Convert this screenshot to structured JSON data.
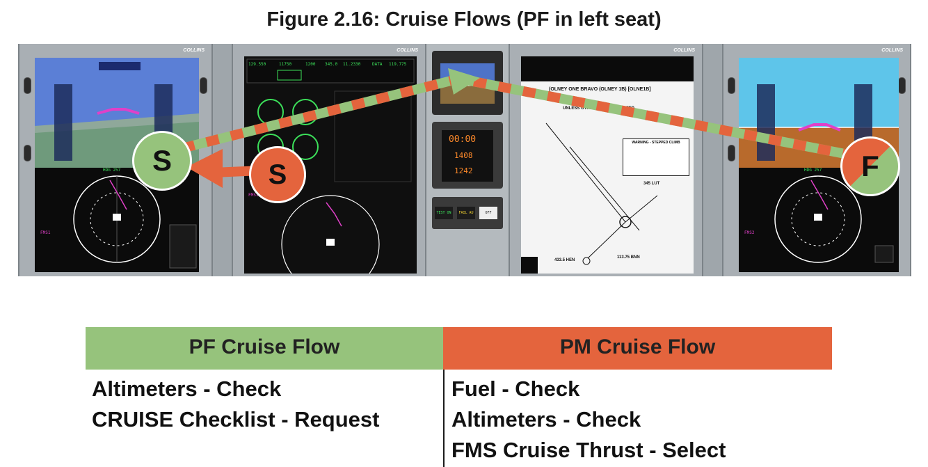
{
  "figure": {
    "title": "Figure 2.16: Cruise Flows (PF in left seat)"
  },
  "panel": {
    "brand": "COLLINS",
    "pfd_left": {
      "readouts": [
        "HDG 257"
      ],
      "fms": "FMS1"
    },
    "mfd_left": {
      "radios": [
        "129.550",
        "11750",
        "1200",
        "345.0",
        "11.2330",
        "DATA",
        "119.775"
      ],
      "label": "FMS1"
    },
    "gcp": {
      "buttons": [
        "TEST ON",
        "FAIL AU",
        "OFF"
      ],
      "clock": [
        "00:00",
        "1408",
        "1242"
      ]
    },
    "chart": {
      "heading": "(OLNEY ONE BRAVO (OLNEY 1B) [OLNE1B]",
      "subheading": "UNLESS OTHERWISE AUTHORIZED",
      "warning": "WARNING - STEPPED CLIMB",
      "fixes": [
        "345 LUT",
        "433.5 HEN",
        "113.75 BNN"
      ]
    },
    "pfd_right": {
      "readouts": [
        "HDG 257"
      ],
      "fms": "FMS2"
    }
  },
  "flows": {
    "pf_start": {
      "letter": "S",
      "color": "#96c37c"
    },
    "pm_start": {
      "letter": "S",
      "color": "#e4643d"
    },
    "finish": {
      "letter": "F",
      "colors": [
        "#96c37c",
        "#e4643d"
      ]
    }
  },
  "table": {
    "pf": {
      "header": "PF Cruise Flow",
      "items": [
        "Altimeters - Check",
        "CRUISE Checklist - Request"
      ]
    },
    "pm": {
      "header": "PM Cruise Flow",
      "items": [
        "Fuel - Check",
        "Altimeters - Check",
        "FMS Cruise Thrust - Select"
      ]
    }
  }
}
